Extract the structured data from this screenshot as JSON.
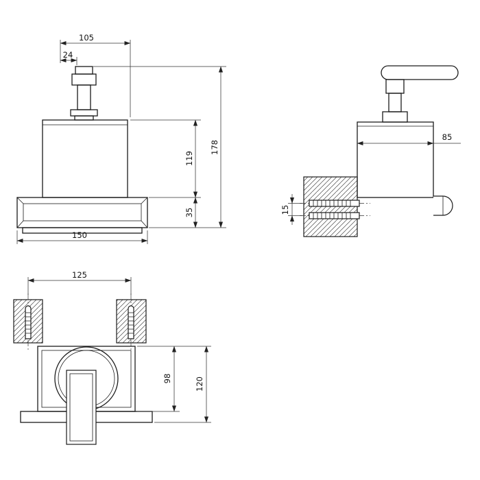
{
  "colors": {
    "background": "#ffffff",
    "line": "#1a1a1a",
    "dimension": "#333333"
  },
  "views": {
    "front": {
      "dims": {
        "overall_width": "105",
        "pump_width": "24",
        "total_height": "178",
        "body_height": "119",
        "base_height": "35",
        "base_width": "150"
      }
    },
    "side": {
      "dims": {
        "depth": "85",
        "screw_spacing": "15"
      }
    },
    "plan": {
      "dims": {
        "hole_spacing": "125",
        "body_depth": "98",
        "total_depth": "120"
      }
    }
  }
}
